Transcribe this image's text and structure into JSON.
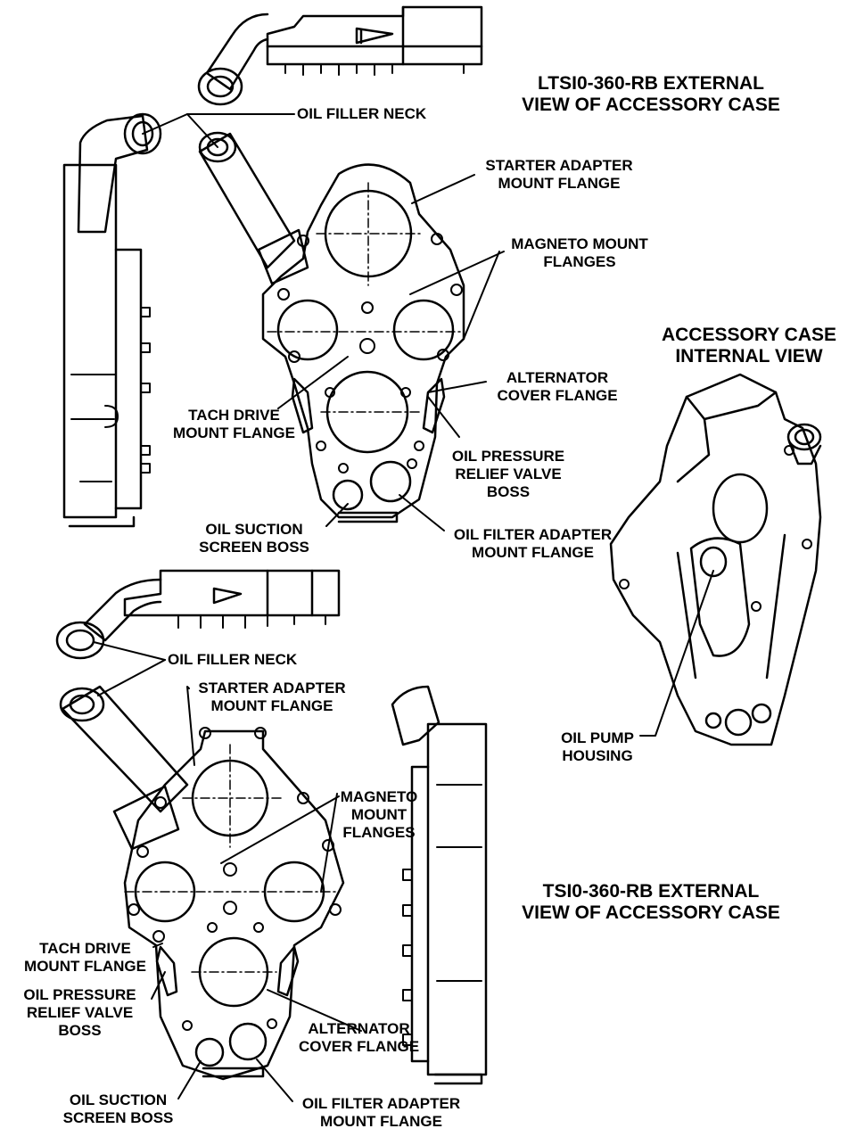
{
  "titles": {
    "ltsio": [
      "LTSI0-360-RB EXTERNAL",
      "VIEW OF ACCESSORY CASE"
    ],
    "internal": [
      "ACCESSORY CASE",
      "INTERNAL VIEW"
    ],
    "tsio": [
      "TSI0-360-RB EXTERNAL",
      "VIEW OF ACCESSORY CASE"
    ]
  },
  "top_labels": {
    "oil_filler_neck": [
      "OIL FILLER NECK"
    ],
    "starter_adapter": [
      "STARTER ADAPTER",
      "MOUNT FLANGE"
    ],
    "magneto_mount": [
      "MAGNETO MOUNT",
      "FLANGES"
    ],
    "alternator_cover": [
      "ALTERNATOR",
      "COVER FLANGE"
    ],
    "tach_drive": [
      "TACH DRIVE",
      "MOUNT FLANGE"
    ],
    "oil_pressure": [
      "OIL PRESSURE",
      "RELIEF VALVE",
      "BOSS"
    ],
    "oil_suction": [
      "OIL SUCTION",
      "SCREEN BOSS"
    ],
    "oil_filter": [
      "OIL FILTER ADAPTER",
      "MOUNT FLANGE"
    ]
  },
  "internal_labels": {
    "oil_pump": [
      "OIL PUMP",
      "HOUSING"
    ]
  },
  "bottom_labels": {
    "oil_filler_neck": [
      "OIL FILLER NECK"
    ],
    "starter_adapter": [
      "STARTER ADAPTER",
      "MOUNT FLANGE"
    ],
    "magneto_mount": [
      "MAGNETO",
      "MOUNT",
      "FLANGES"
    ],
    "tach_drive": [
      "TACH DRIVE",
      "MOUNT FLANGE"
    ],
    "oil_pressure": [
      "OIL PRESSURE",
      "RELIEF VALVE",
      "BOSS"
    ],
    "alternator_cover": [
      "ALTERNATOR",
      "COVER FLANGE"
    ],
    "oil_suction": [
      "OIL SUCTION",
      "SCREEN BOSS"
    ],
    "oil_filter": [
      "OIL FILTER ADAPTER",
      "MOUNT FLANGE"
    ]
  }
}
